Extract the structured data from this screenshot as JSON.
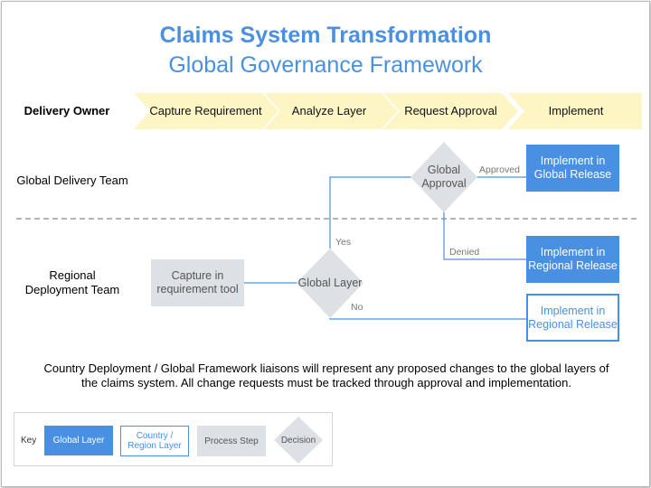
{
  "title": {
    "line1": "Claims System Transformation",
    "line2": "Global Governance Framework"
  },
  "header": {
    "delivery_owner": "Delivery Owner",
    "stages": [
      "Capture Requirement",
      "Analyze Layer",
      "Request Approval",
      "Implement"
    ]
  },
  "lanes": {
    "global": "Global Delivery Team",
    "regional_line1": "Regional",
    "regional_line2": "Deployment Team"
  },
  "nodes": {
    "capture_line1": "Capture in",
    "capture_line2": "requirement tool",
    "global_layer": "Global Layer",
    "global_approval_line1": "Global",
    "global_approval_line2": "Approval",
    "impl_global_line1": "Implement in",
    "impl_global_line2": "Global Release",
    "impl_regional_denied_line1": "Implement in",
    "impl_regional_denied_line2": "Regional Release",
    "impl_regional_no_line1": "Implement in",
    "impl_regional_no_line2": "Regional Release"
  },
  "edges": {
    "approved": "Approved",
    "yes": "Yes",
    "denied": "Denied",
    "no": "No"
  },
  "note": {
    "line1": "Country Deployment / Global Framework liaisons will represent any proposed changes to the global layers of",
    "line2": "the claims system. All change requests must be tracked through approval and implementation."
  },
  "key": {
    "label": "Key",
    "global_layer": "Global Layer",
    "region_line1": "Country /",
    "region_line2": "Region Layer",
    "process_step": "Process Step",
    "decision": "Decision"
  },
  "colors": {
    "accent": "#4a90e2",
    "chevron": "#fdf5c4",
    "process": "#dde1e6",
    "diamond": "#dde1e6"
  }
}
